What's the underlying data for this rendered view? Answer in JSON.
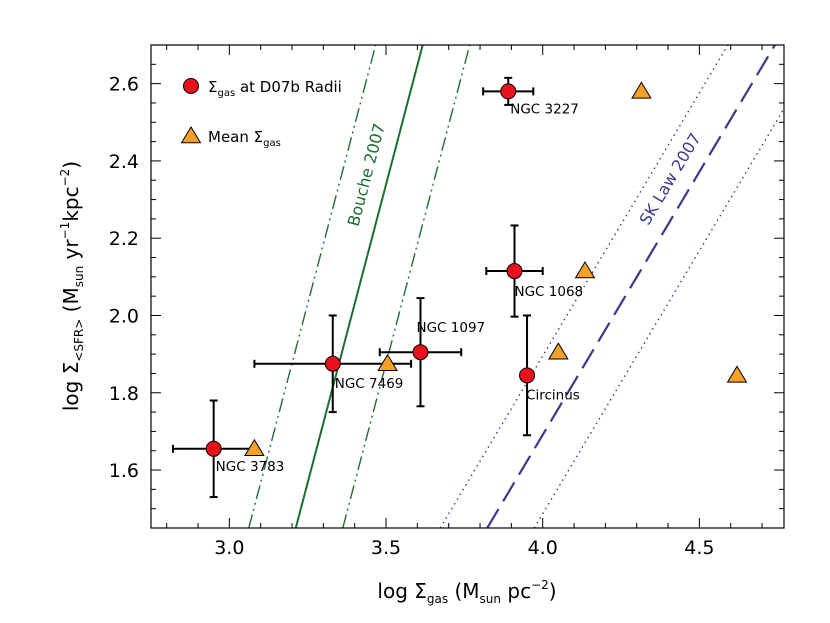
{
  "chart_data": {
    "type": "scatter",
    "xlabel": "log Σgas (Msun pc−2)",
    "ylabel": "log Σ<SFR> (Msun yr−1kpc−2)",
    "xlim": [
      2.75,
      4.77
    ],
    "ylim": [
      1.45,
      2.7
    ],
    "x_ticks": [
      3.0,
      3.5,
      4.0,
      4.5
    ],
    "x_tick_labels": [
      "3.0",
      "3.5",
      "4.0",
      "4.5"
    ],
    "y_ticks": [
      1.6,
      1.8,
      2.0,
      2.2,
      2.4,
      2.6
    ],
    "y_tick_labels": [
      "1.6",
      "1.8",
      "2.0",
      "2.2",
      "2.4",
      "2.6"
    ],
    "grid": false,
    "legend_position": "top-left",
    "legend": [
      {
        "marker": "circle",
        "color": "#e8101a",
        "label_main": "Σ",
        "label_sub": "gas",
        "label_rest": " at D07b Radii"
      },
      {
        "marker": "triangle",
        "color": "#f5a127",
        "label_main": "Mean Σ",
        "label_sub": "gas",
        "label_rest": ""
      }
    ],
    "series": [
      {
        "marker": "circle",
        "color": "#e8101a",
        "points": [
          {
            "label": "NGC 3783",
            "x": 2.95,
            "y": 1.655,
            "xerr": [
              0.13,
              0.13
            ],
            "yerr": [
              0.125,
              0.125
            ]
          },
          {
            "label": "NGC 7469",
            "x": 3.33,
            "y": 1.875,
            "xerr": [
              0.25,
              0.25
            ],
            "yerr": [
              0.125,
              0.125
            ]
          },
          {
            "label": "NGC 1097",
            "x": 3.61,
            "y": 1.905,
            "xerr": [
              0.13,
              0.13
            ],
            "yerr": [
              0.14,
              0.14
            ]
          },
          {
            "label": "NGC 3227",
            "x": 3.89,
            "y": 2.58,
            "xerr": [
              0.08,
              0.08
            ],
            "yerr": [
              0.035,
              0.035
            ]
          },
          {
            "label": "NGC 1068",
            "x": 3.91,
            "y": 2.115,
            "xerr": [
              0.09,
              0.09
            ],
            "yerr": [
              0.118,
              0.118
            ]
          },
          {
            "label": "Circinus",
            "x": 3.95,
            "y": 1.845,
            "xerr": [
              0.0,
              0.0
            ],
            "yerr": [
              0.155,
              0.155
            ]
          }
        ]
      },
      {
        "marker": "triangle",
        "color": "#f5a127",
        "points": [
          {
            "x": 3.08,
            "y": 1.655
          },
          {
            "x": 3.505,
            "y": 1.875
          },
          {
            "x": 4.05,
            "y": 1.905
          },
          {
            "x": 4.135,
            "y": 2.115
          },
          {
            "x": 4.315,
            "y": 2.58
          },
          {
            "x": 4.62,
            "y": 1.845
          }
        ]
      }
    ],
    "relations": [
      {
        "name": "Bouche 2007",
        "style": "solid",
        "color": "#1e6e32",
        "points": [
          [
            3.212,
            1.45
          ],
          [
            3.617,
            2.7
          ]
        ]
      },
      {
        "name": "",
        "style": "dashdotdot",
        "color": "#1e6e32",
        "points": [
          [
            3.062,
            1.45
          ],
          [
            3.467,
            2.7
          ]
        ]
      },
      {
        "name": "",
        "style": "dashdotdot",
        "color": "#1e6e32",
        "points": [
          [
            3.362,
            1.45
          ],
          [
            3.767,
            2.7
          ]
        ]
      },
      {
        "name": "SK Law 2007",
        "style": "longdash",
        "color": "#3a3a8c",
        "points": [
          [
            3.823,
            1.45
          ],
          [
            4.741,
            2.7
          ]
        ]
      },
      {
        "name": "",
        "style": "dotted",
        "color": "#3a3a8c",
        "points": [
          [
            3.673,
            1.45
          ],
          [
            4.591,
            2.7
          ]
        ]
      },
      {
        "name": "",
        "style": "dotted",
        "color": "#3a3a8c",
        "points": [
          [
            3.973,
            1.45
          ],
          [
            4.891,
            2.7
          ]
        ]
      }
    ]
  }
}
